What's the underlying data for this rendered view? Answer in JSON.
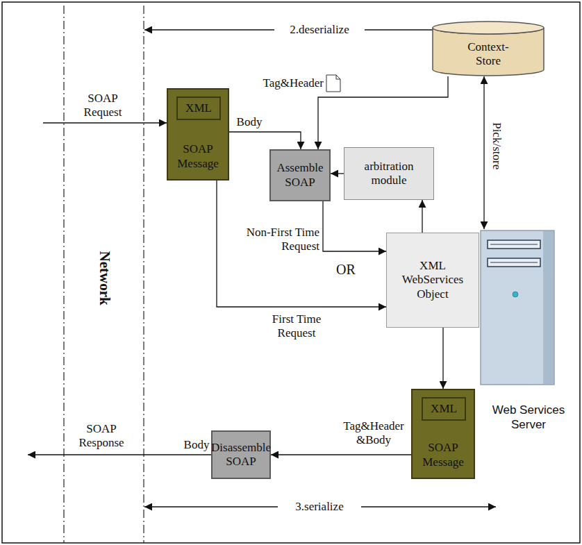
{
  "diagram": {
    "nodes": [
      {
        "text": [
          "SOAP Message"
        ]
      },
      {
        "text": [
          "XML"
        ],
        "in": 0
      },
      {
        "text": [
          "Assemble SOAP"
        ]
      },
      {
        "text": [
          "arbitration module"
        ]
      },
      {
        "text": [
          "Context-Store"
        ]
      },
      {
        "text": [
          "XML WebServices Object"
        ]
      },
      {
        "text": [
          "Web Services Server"
        ]
      },
      {
        "text": [
          "SOAP Message"
        ]
      },
      {
        "text": [
          "XML"
        ],
        "in": 7
      },
      {
        "text": [
          "Disassemble SOAP"
        ]
      }
    ],
    "edges": [
      {
        "from": 0,
        "to": 2,
        "label": "Body",
        "arrow": "to"
      },
      {
        "from": 4,
        "to": 2,
        "label": "Tag&Header",
        "arrow": "to"
      },
      {
        "from": 3,
        "to": 2,
        "arrow": "to"
      },
      {
        "from": 5,
        "to": 3,
        "arrow": "to"
      },
      {
        "from": 2,
        "to": 5,
        "label": "Non-First Time Request",
        "arrow": "to"
      },
      {
        "from": 0,
        "to": 5,
        "label": "First Time Request",
        "arrow": "to"
      },
      {
        "from": 4,
        "to": 6,
        "label": "Pick/store",
        "arrow": "both"
      },
      {
        "from": 5,
        "to": 7,
        "arrow": "to"
      },
      {
        "from": 7,
        "to": 9,
        "label": "Tag&Header &Body",
        "arrow": "to"
      }
    ],
    "labels": [
      "2.deserialize",
      "3.serialize",
      "SOAP Request",
      "Network",
      "OR",
      "SOAP Response",
      "Body"
    ]
  }
}
